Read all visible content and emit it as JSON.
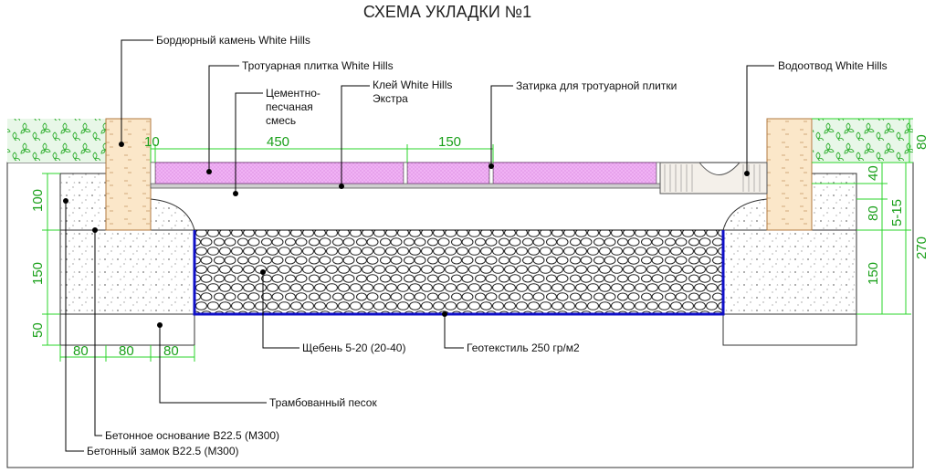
{
  "title": "СХЕМА УКЛАДКИ №1",
  "labels": {
    "curb_stone": "Бордюрный камень White Hills",
    "paving_tile": "Тротуарная плитка White Hills",
    "cement_sand_1": "Цементно-",
    "cement_sand_2": "песчаная",
    "cement_sand_3": "смесь",
    "glue_1": "Клей White Hills",
    "glue_2": "Экстра",
    "grout": "Затирка для тротуарной плитки",
    "drain": "Водоотвод  White Hills",
    "gravel": "Щебень 5-20 (20-40)",
    "geotextile": "Геотекстиль 250 гр/м2",
    "compacted_sand": "Трамбованный песок",
    "concrete_base": "Бетонное основание В22.5 (М300)",
    "concrete_lock": "Бетонный замок В22.5 (М300)"
  },
  "dimensions": {
    "top_10": "10",
    "top_450": "450",
    "top_150": "150",
    "left_100": "100",
    "left_150": "150",
    "left_50": "50",
    "bottom_80a": "80",
    "bottom_80b": "80",
    "bottom_80c": "80",
    "right_80_top": "80",
    "right_40": "40",
    "right_80_mid": "80",
    "right_5_15": "5-15",
    "right_270": "270",
    "right_150": "150"
  },
  "colors": {
    "tile": "#f0b2f4",
    "grass": "#2fae2f",
    "curb": "#fbe7c9",
    "dimension": "#2bd42b",
    "geotextile": "#1010c8"
  }
}
